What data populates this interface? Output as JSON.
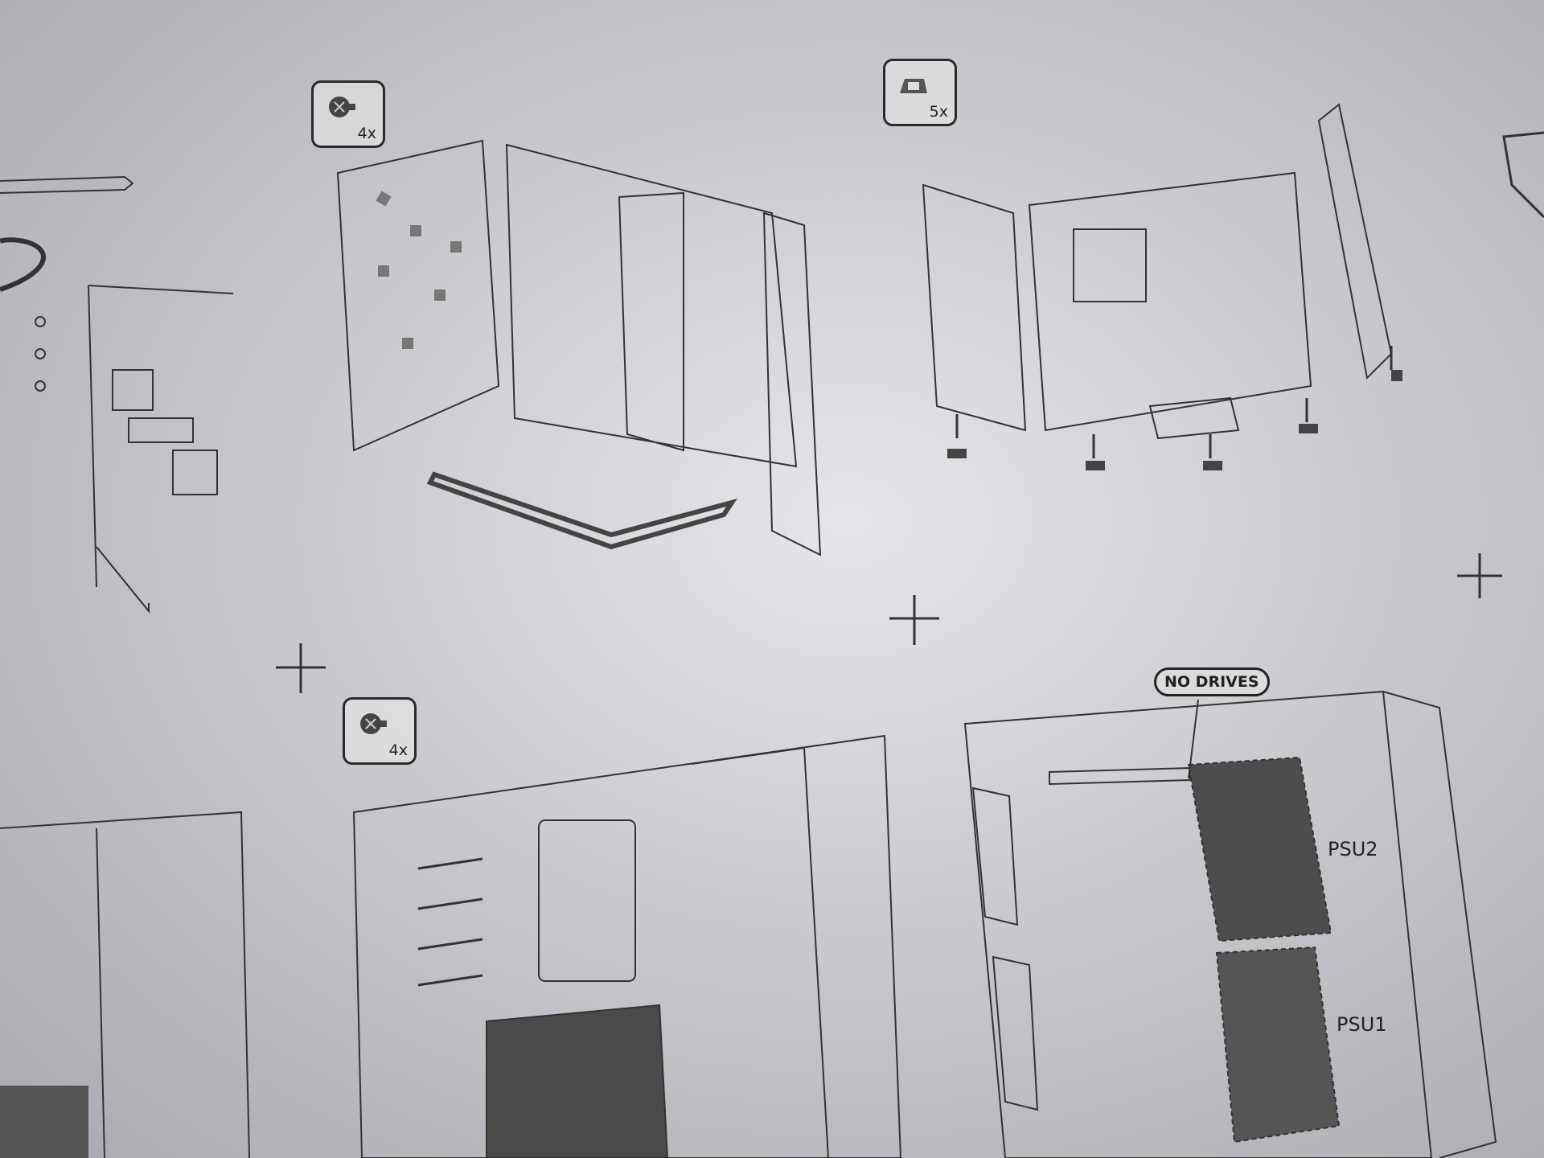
{
  "diagram": {
    "steps": [
      {
        "hardware_icon": "thumbscrew-icon",
        "quantity": "4x"
      },
      {
        "hardware_icon": "rubber-foot-icon",
        "quantity": "5x"
      },
      {
        "hardware_icon": "thumbscrew-icon",
        "quantity": "4x"
      }
    ],
    "callout": "NO DRIVES",
    "labels": {
      "psu2": "PSU2",
      "psu1": "PSU1"
    }
  }
}
